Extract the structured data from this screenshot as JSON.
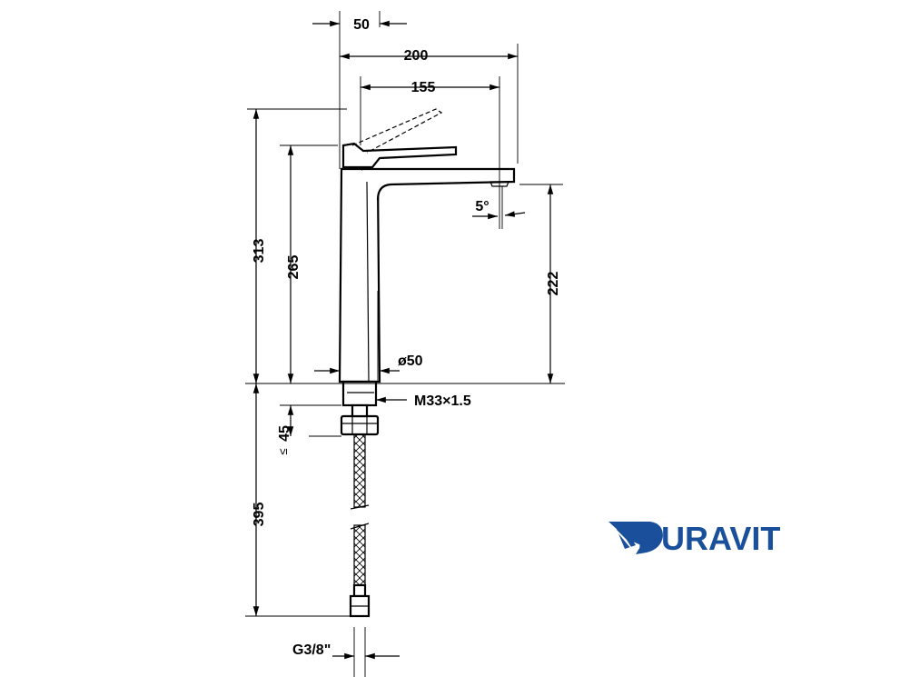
{
  "dimensions": {
    "top_offset": "50",
    "total_reach": "200",
    "spout_reach": "155",
    "total_height": "313",
    "body_height": "265",
    "spout_height": "222",
    "spout_angle": "5°",
    "body_diameter": "ø50",
    "thread": "M33×1.5",
    "max_deck": "45",
    "deck_symbol": "≤",
    "hose_length": "395",
    "connection": "G3/8\""
  },
  "brand": {
    "name": "DURAVIT",
    "color": "#1a4f9c"
  }
}
